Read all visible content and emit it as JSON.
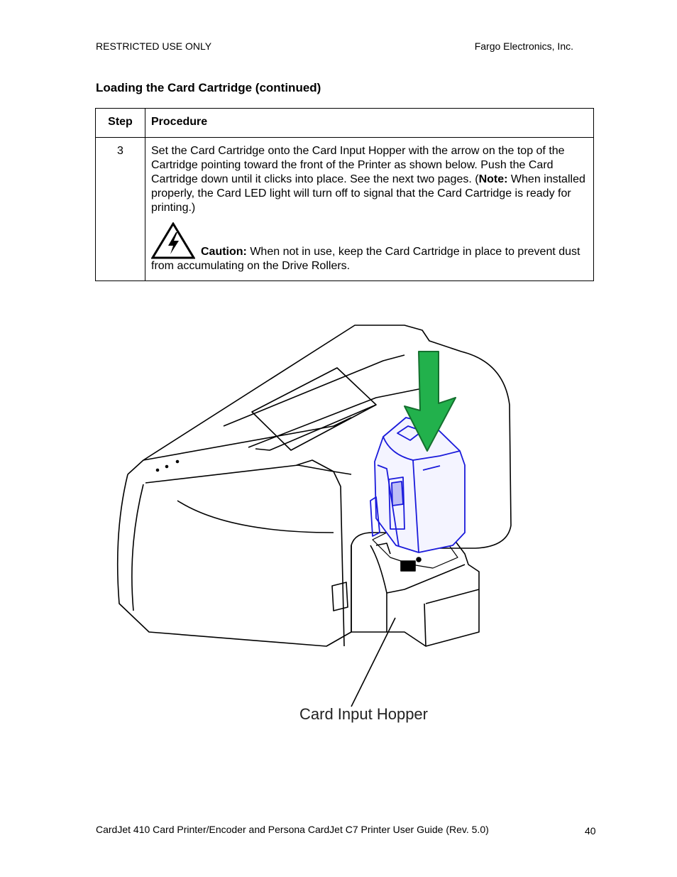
{
  "header": {
    "left": "RESTRICTED USE ONLY",
    "right": "Fargo Electronics, Inc."
  },
  "section_title": "Loading the Card Cartridge (continued)",
  "table": {
    "headers": {
      "step": "Step",
      "procedure": "Procedure"
    },
    "rows": [
      {
        "step": "3",
        "text_before_note": "Set the Card Cartridge onto the Card Input Hopper with the arrow on the top of the Cartridge pointing toward the front of the Printer as shown below. Push the Card Cartridge down until it clicks into place. See the next two pages. (",
        "note_label": "Note:",
        "text_after_note": " When installed properly, the Card LED light will turn off to signal that the Card Cartridge is ready for printing.)",
        "caution_label": "Caution:",
        "caution_text": "  When not in use, keep the Card Cartridge in place to prevent dust from accumulating on the Drive Rollers."
      }
    ]
  },
  "figure": {
    "label": "Card Input Hopper",
    "cartridge_color": "#1a1adb",
    "arrow_color": "#22b14c"
  },
  "footer": {
    "left": "CardJet 410 Card Printer/Encoder and Persona CardJet C7 Printer User Guide (Rev. 5.0)",
    "page_number": "40"
  },
  "icons": {
    "caution": "high-voltage-warning-icon"
  }
}
